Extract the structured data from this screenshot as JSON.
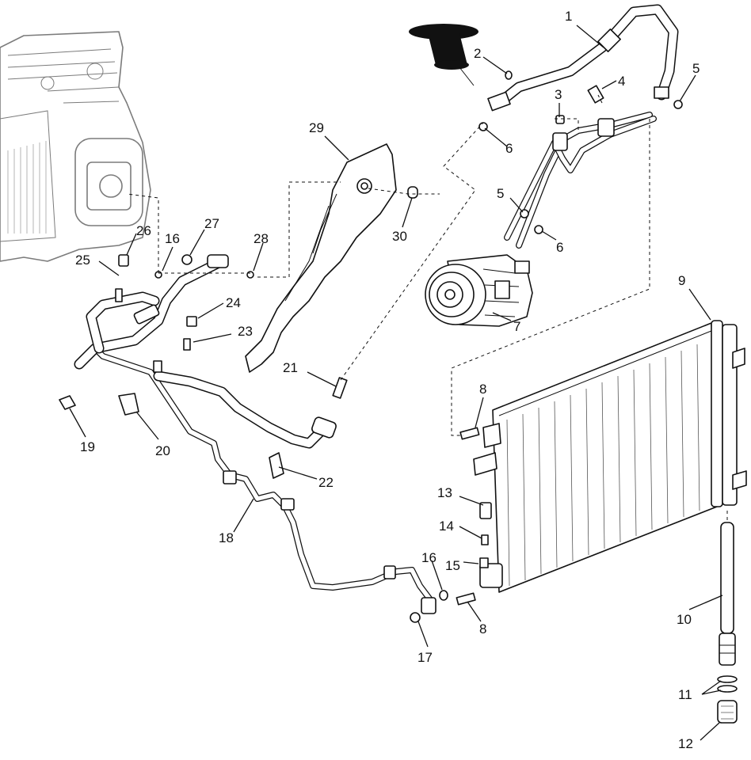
{
  "callouts": [
    "1",
    "2",
    "3",
    "4",
    "5",
    "6",
    "5",
    "6",
    "7",
    "8",
    "9",
    "10",
    "11",
    "12",
    "13",
    "14",
    "15",
    "16",
    "8",
    "17",
    "18",
    "19",
    "20",
    "21",
    "22",
    "23",
    "24",
    "25",
    "26",
    "16",
    "27",
    "28",
    "29",
    "30"
  ]
}
